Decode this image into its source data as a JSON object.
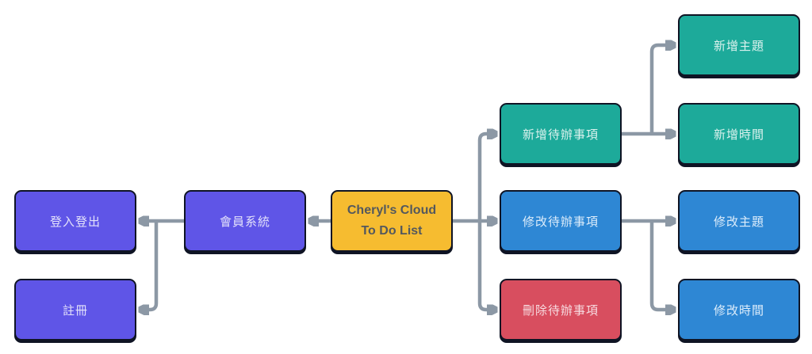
{
  "diagram": {
    "title": "Cheryl's Cloud To Do List",
    "nodes": {
      "login_logout": {
        "label": "登入登出",
        "color": "#5F55E7"
      },
      "register": {
        "label": "註冊",
        "color": "#5F55E7"
      },
      "member_system": {
        "label": "會員系統",
        "color": "#5F55E7"
      },
      "root": {
        "label": "Cheryl's Cloud\nTo Do List",
        "color": "#F6BC30"
      },
      "add_todo": {
        "label": "新增待辦事項",
        "color": "#1DAA9A"
      },
      "edit_todo": {
        "label": "修改待辦事項",
        "color": "#2E87D4"
      },
      "delete_todo": {
        "label": "刪除待辦事項",
        "color": "#D84E5F"
      },
      "add_topic": {
        "label": "新增主題",
        "color": "#1DAA9A"
      },
      "add_time": {
        "label": "新增時間",
        "color": "#1DAA9A"
      },
      "edit_topic": {
        "label": "修改主題",
        "color": "#2E87D4"
      },
      "edit_time": {
        "label": "修改時間",
        "color": "#2E87D4"
      }
    },
    "edges": [
      {
        "from": "member_system",
        "to": "login_logout"
      },
      {
        "from": "member_system",
        "to": "register"
      },
      {
        "from": "root",
        "to": "member_system"
      },
      {
        "from": "root",
        "to": "add_todo"
      },
      {
        "from": "root",
        "to": "edit_todo"
      },
      {
        "from": "root",
        "to": "delete_todo"
      },
      {
        "from": "add_todo",
        "to": "add_time"
      },
      {
        "from": "add_todo",
        "to": "add_topic"
      },
      {
        "from": "edit_todo",
        "to": "edit_topic"
      },
      {
        "from": "edit_todo",
        "to": "edit_time"
      }
    ],
    "colors": {
      "purple": "#5F55E7",
      "yellow": "#F6BC30",
      "teal": "#1DAA9A",
      "blue": "#2E87D4",
      "red": "#D84E5F",
      "connector": "#8C98A5",
      "border": "#0F1424",
      "background": "#FFFFFF"
    }
  }
}
